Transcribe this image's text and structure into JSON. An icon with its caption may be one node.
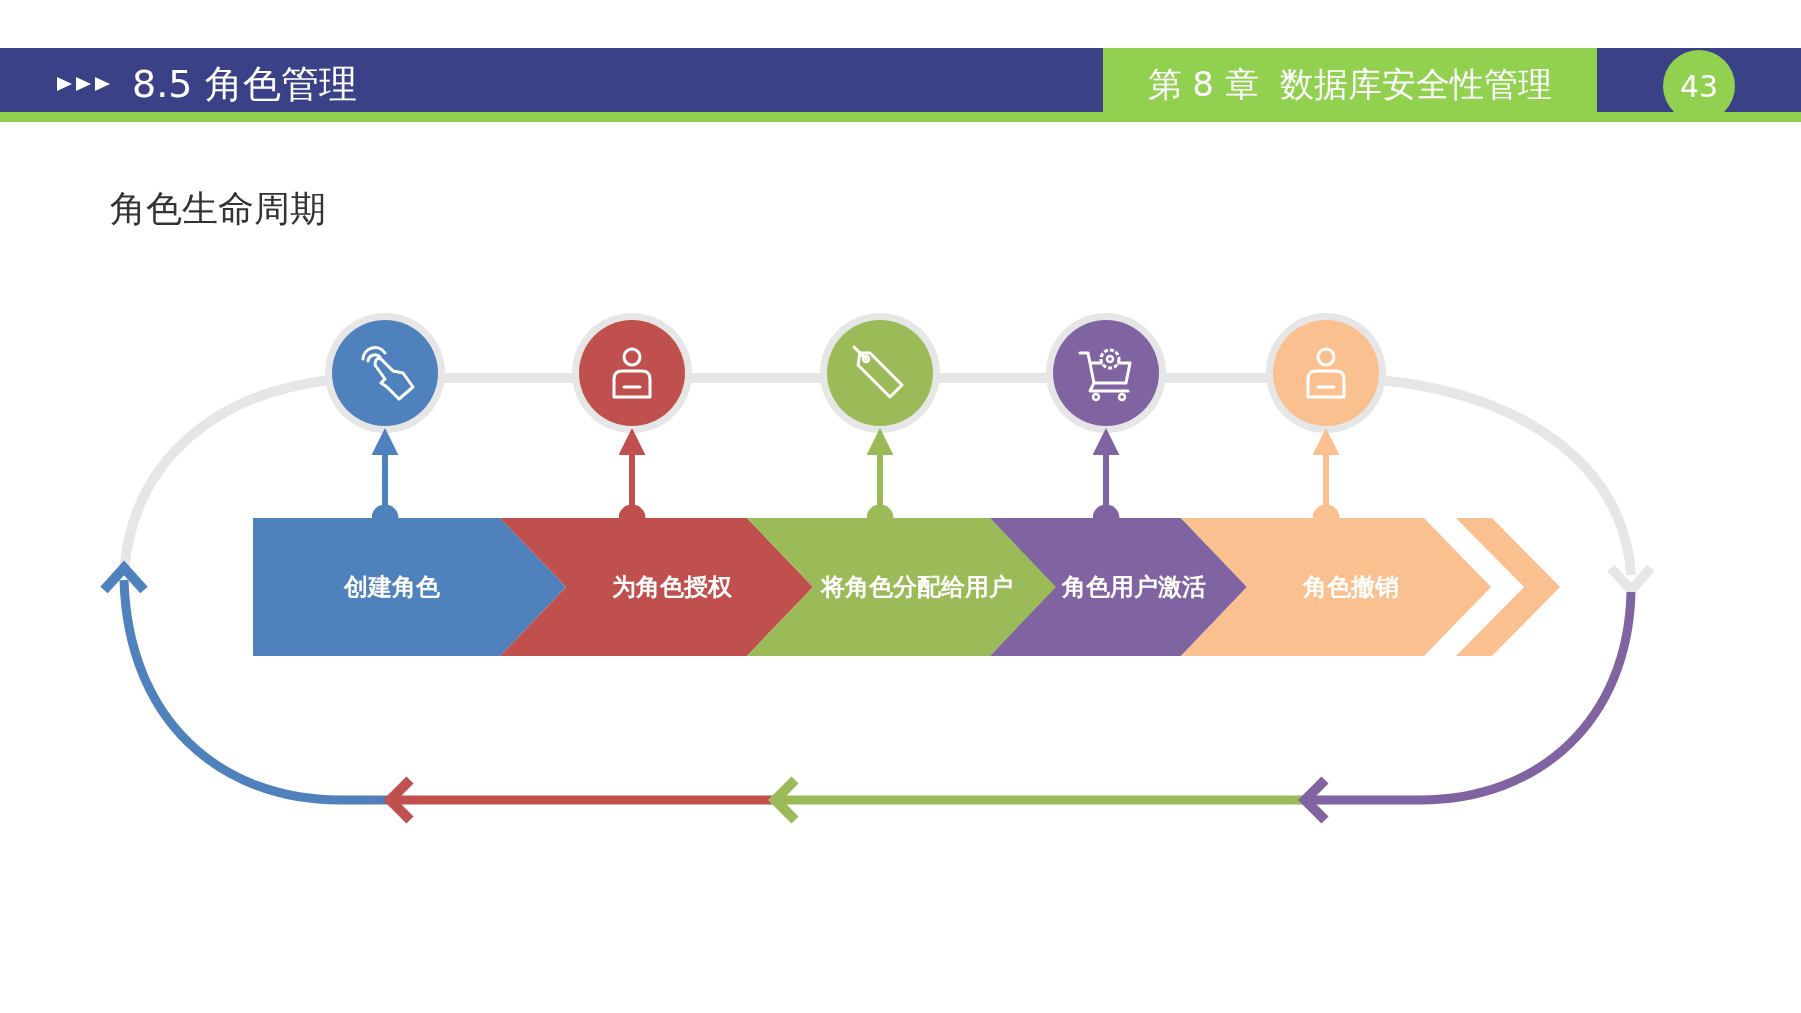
{
  "diagram": {
    "title": "8.5 角色管理",
    "nodes": [
      {
        "text": [
          "创建角色"
        ]
      },
      {
        "text": [
          "为角色授权"
        ]
      },
      {
        "text": [
          "将角色分配给用户"
        ]
      },
      {
        "text": [
          "角色用户激活"
        ]
      },
      {
        "text": [
          "角色撤销"
        ]
      },
      {
        "text": [],
        "shape": "circle"
      },
      {
        "text": [],
        "shape": "circle"
      },
      {
        "text": [],
        "shape": "circle"
      },
      {
        "text": [],
        "shape": "circle"
      },
      {
        "text": [],
        "shape": "circle"
      }
    ],
    "edges": [
      {
        "from": 0,
        "to": 5,
        "arrow": "to",
        "color": "#4f81bd"
      },
      {
        "from": 1,
        "to": 6,
        "arrow": "to",
        "color": "#c0504d"
      },
      {
        "from": 2,
        "to": 7,
        "arrow": "to",
        "color": "#9bbb59"
      },
      {
        "from": 3,
        "to": 8,
        "arrow": "to",
        "color": "#8064a2"
      },
      {
        "from": 4,
        "to": 9,
        "arrow": "to",
        "color": "#fac090"
      }
    ],
    "labels": [
      "第 8 章  数据库安全性管理",
      "43",
      "角色生命周期"
    ]
  }
}
